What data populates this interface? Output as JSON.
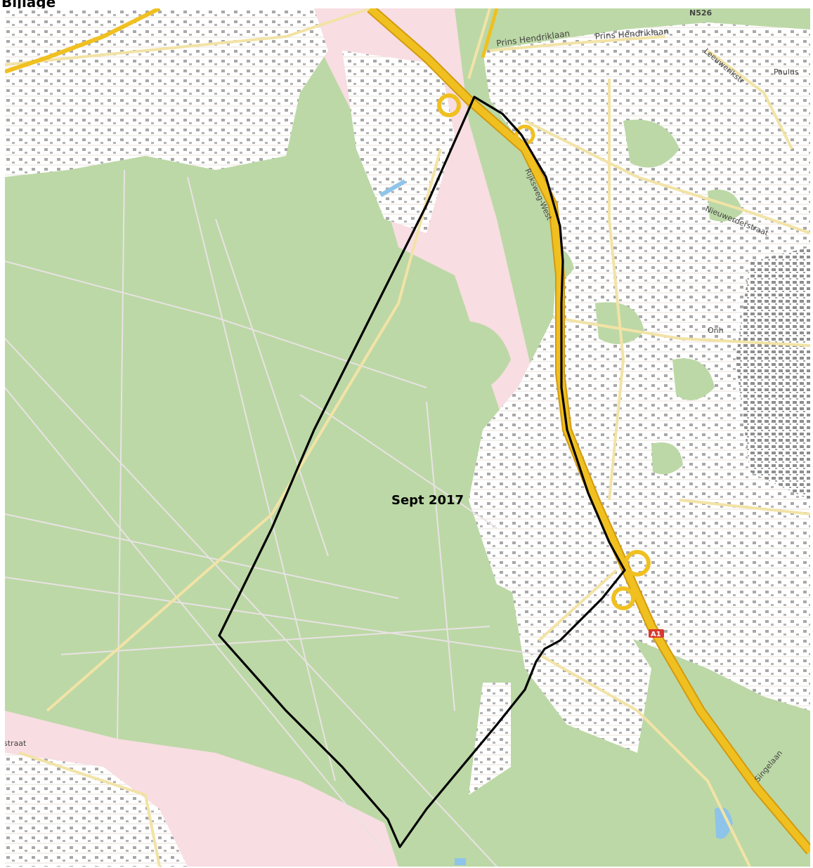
{
  "page_title": "Bijlage",
  "map_annotation": "Sept 2017",
  "road_labels": {
    "n526": "N526",
    "prins_hendriklaan_1": "Prins Hendriklaan",
    "prins_hendriklaan_2": "Prins Hendriklaan",
    "leeuwerikstr": "Leeuwerikstr",
    "paulus": "Paulus",
    "rijksweg_west": "Rijksweg-West",
    "nieuwe_straat": "Nieuwerderstraat",
    "onh": "Onh",
    "a1": "A1",
    "straat": "straat",
    "singelaan": "Singelaan"
  },
  "colors": {
    "heath": "#f8dde2",
    "forest": "#bcd8a6",
    "urban": "#ffffff",
    "building": "#9a9a9a",
    "highway": "#f0c020",
    "highway_edge": "#d29a10",
    "road": "#f2e3a6",
    "path": "#e9e2e4",
    "boundary": "#000000"
  }
}
